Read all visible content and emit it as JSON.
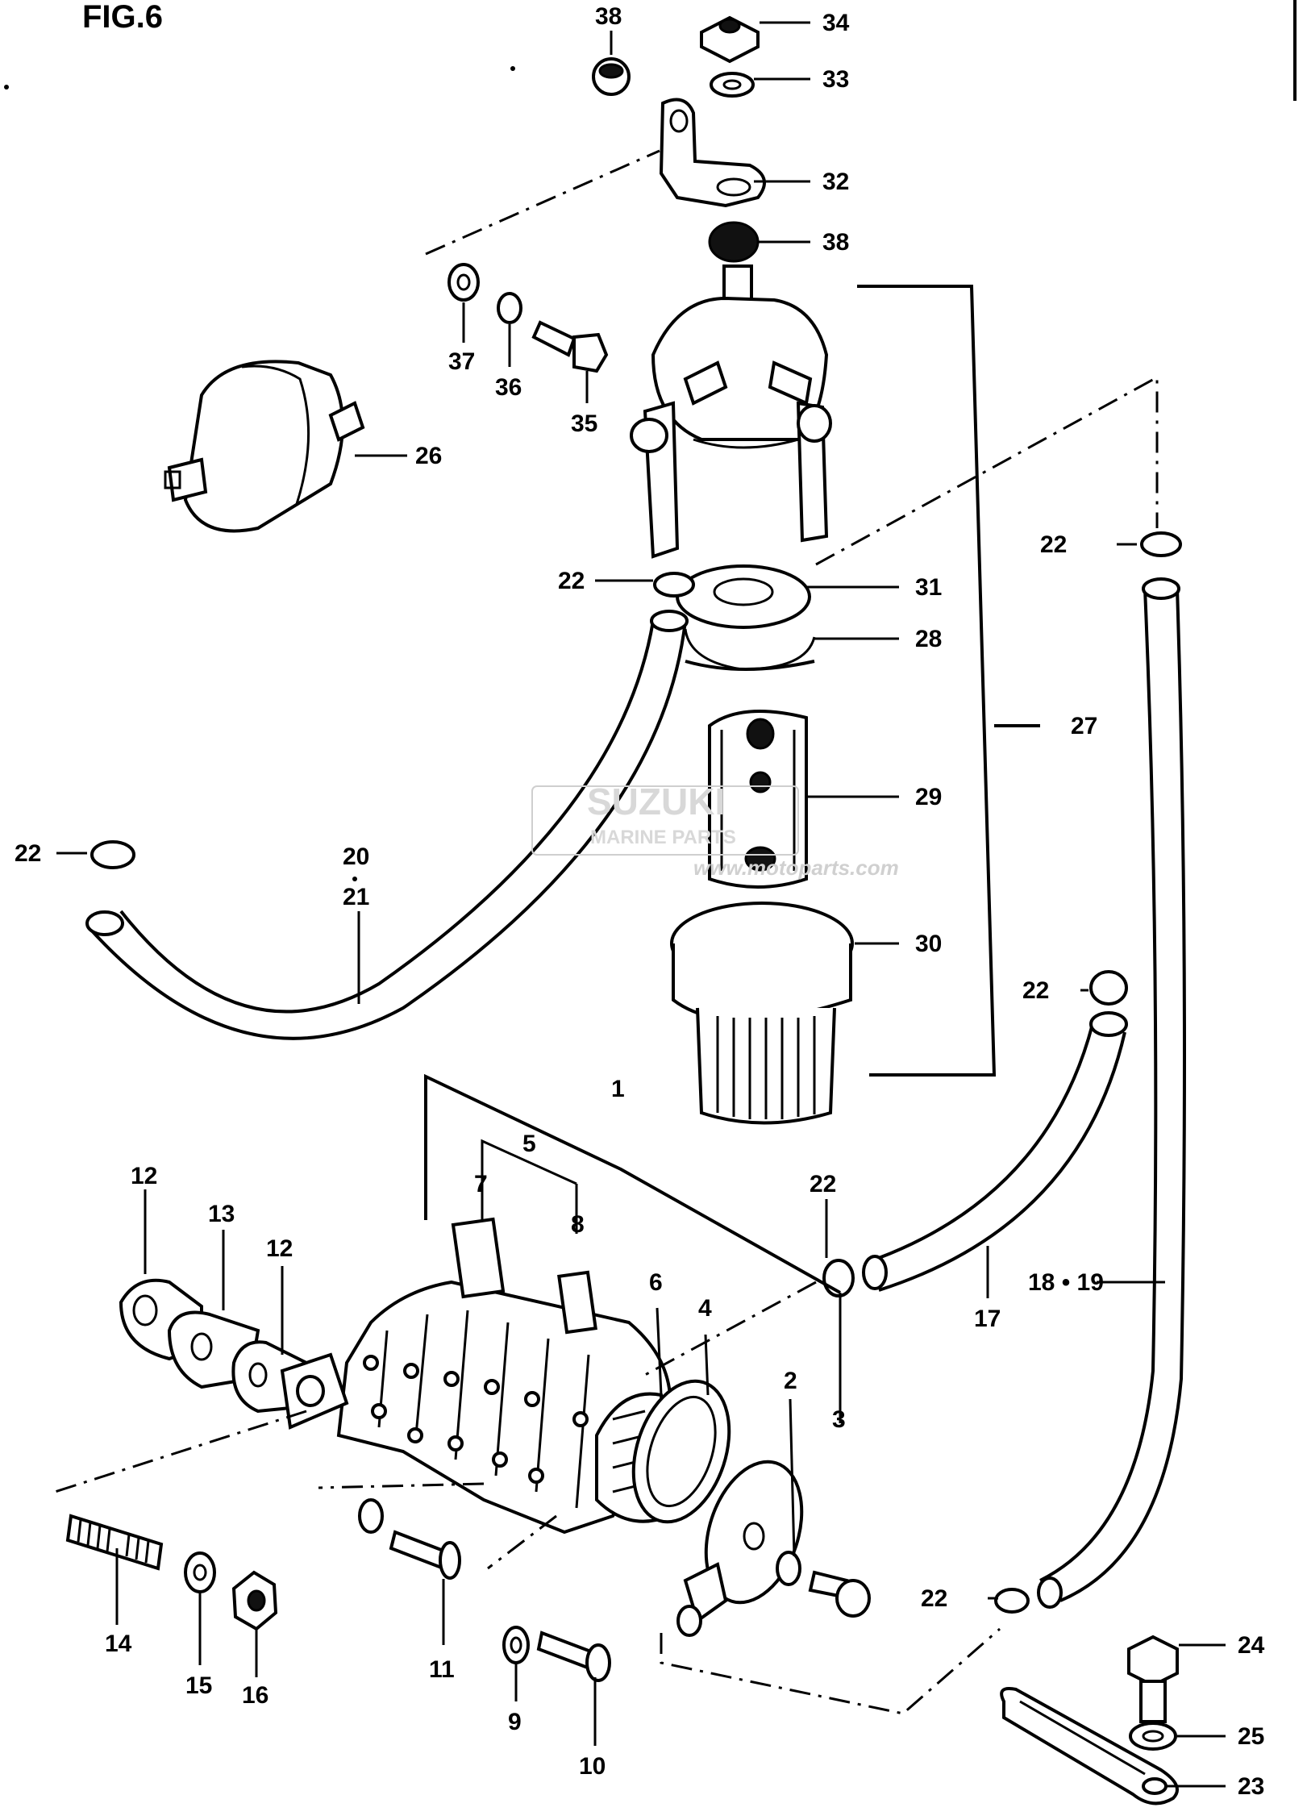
{
  "figure": {
    "title": "FIG.6"
  },
  "watermark": {
    "brand": "SUZUKI",
    "sub": "MARINE PARTS",
    "url": "www.motoparts.com"
  },
  "callouts": [
    {
      "id": "c38a",
      "text": "38"
    },
    {
      "id": "c34",
      "text": "34"
    },
    {
      "id": "c33",
      "text": "33"
    },
    {
      "id": "c32",
      "text": "32"
    },
    {
      "id": "c38b",
      "text": "38"
    },
    {
      "id": "c37",
      "text": "37"
    },
    {
      "id": "c36",
      "text": "36"
    },
    {
      "id": "c35",
      "text": "35"
    },
    {
      "id": "c26",
      "text": "26"
    },
    {
      "id": "c22a",
      "text": "22"
    },
    {
      "id": "c31",
      "text": "31"
    },
    {
      "id": "c28",
      "text": "28"
    },
    {
      "id": "c22b",
      "text": "22"
    },
    {
      "id": "c27",
      "text": "27"
    },
    {
      "id": "c29",
      "text": "29"
    },
    {
      "id": "c22c",
      "text": "22"
    },
    {
      "id": "c20",
      "text": "20"
    },
    {
      "id": "c21",
      "text": "21"
    },
    {
      "id": "c30",
      "text": "30"
    },
    {
      "id": "c22d",
      "text": "22"
    },
    {
      "id": "c1",
      "text": "1"
    },
    {
      "id": "c5",
      "text": "5"
    },
    {
      "id": "c7",
      "text": "7"
    },
    {
      "id": "c8",
      "text": "8"
    },
    {
      "id": "c22e",
      "text": "22"
    },
    {
      "id": "c12a",
      "text": "12"
    },
    {
      "id": "c13",
      "text": "13"
    },
    {
      "id": "c12b",
      "text": "12"
    },
    {
      "id": "c6",
      "text": "6"
    },
    {
      "id": "c4",
      "text": "4"
    },
    {
      "id": "c17",
      "text": "17"
    },
    {
      "id": "c1819",
      "text": "18 • 19"
    },
    {
      "id": "c2",
      "text": "2"
    },
    {
      "id": "c3",
      "text": "3"
    },
    {
      "id": "c14",
      "text": "14"
    },
    {
      "id": "c15",
      "text": "15"
    },
    {
      "id": "c16",
      "text": "16"
    },
    {
      "id": "c11",
      "text": "11"
    },
    {
      "id": "c9",
      "text": "9"
    },
    {
      "id": "c10",
      "text": "10"
    },
    {
      "id": "c22f",
      "text": "22"
    },
    {
      "id": "c24",
      "text": "24"
    },
    {
      "id": "c25",
      "text": "25"
    },
    {
      "id": "c23",
      "text": "23"
    }
  ]
}
